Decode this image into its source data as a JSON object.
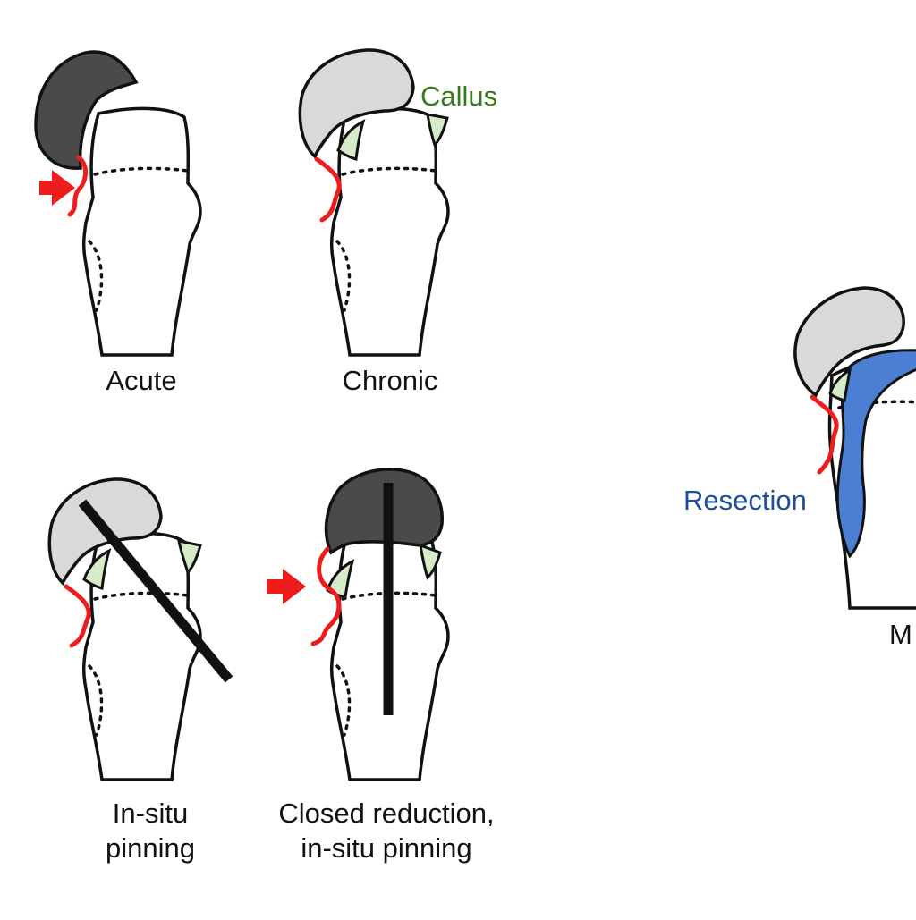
{
  "labels": {
    "acute": "Acute",
    "chronic": "Chronic",
    "callus": "Callus",
    "in_situ_line1": "In-situ",
    "in_situ_line2": "pinning",
    "closed_line1": "Closed reduction,",
    "closed_line2": "in-situ pinning",
    "resection": "Resection",
    "partial_label": "M"
  },
  "colors": {
    "outline": "#111111",
    "displaced_head": "#4a4a4a",
    "stable_head": "#d9d9d9",
    "callus_fill": "#d6ecc9",
    "callus_text": "#3a7a1e",
    "vessel": "#ee1c1c",
    "resection": "#4a7fd4",
    "resection_text": "#1f4d9e",
    "pin": "#111111"
  }
}
